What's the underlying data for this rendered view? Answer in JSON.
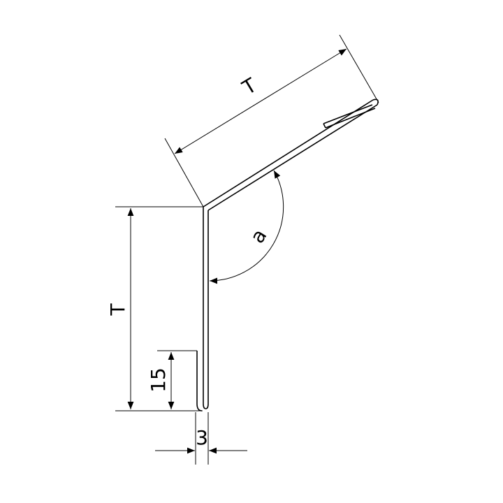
{
  "drawing": {
    "labels": {
      "top_length": "T",
      "side_length": "T",
      "angle": "a",
      "hem_height": "15",
      "hem_gap": "3"
    },
    "colors": {
      "line": "#000000",
      "background": "#ffffff"
    }
  }
}
